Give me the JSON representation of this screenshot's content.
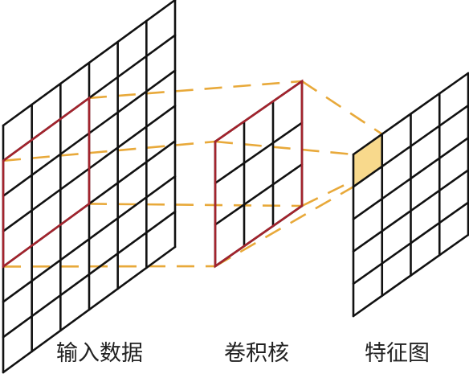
{
  "labels": {
    "input": "输入数据",
    "kernel": "卷积核",
    "feature_map": "特征图"
  },
  "grids": {
    "input": {
      "rows": 7,
      "cols": 6
    },
    "receptive_field": {
      "rows": 3,
      "cols": 3
    },
    "kernel": {
      "rows": 3,
      "cols": 3
    },
    "feature_map": {
      "rows": 5,
      "cols": 4
    }
  },
  "highlight_cell": {
    "row": 0,
    "col": 0
  },
  "colors": {
    "grid_line": "#111111",
    "kernel_border": "#a3232d",
    "projection_dash": "#e8a93a",
    "highlight_fill": "#f8d98c"
  }
}
